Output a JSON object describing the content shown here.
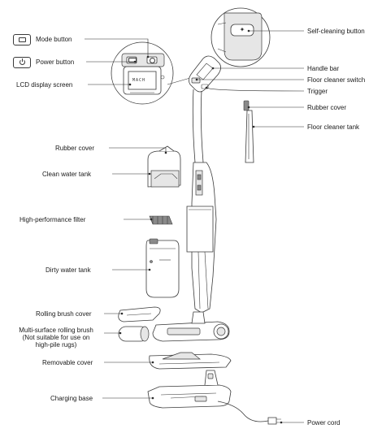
{
  "labels": {
    "mode_button": "Mode button",
    "power_button": "Power button",
    "lcd_display": "LCD display screen",
    "self_cleaning_button": "Self-cleaning button",
    "handle_bar": "Handle bar",
    "floor_cleaner_switch": "Floor cleaner switch",
    "trigger": "Trigger",
    "rubber_cover_right": "Rubber cover",
    "floor_cleaner_tank": "Floor cleaner tank",
    "rubber_cover_left": "Rubber cover",
    "clean_water_tank": "Clean water tank",
    "high_performance_filter": "High-performance filter",
    "dirty_water_tank": "Dirty water tank",
    "rolling_brush_cover": "Rolling brush cover",
    "rolling_brush_line1": "Multi-surface rolling brush",
    "rolling_brush_line2": "(Not suitable for use on",
    "rolling_brush_line3": "high-pile rugs)",
    "removable_cover": "Removable cover",
    "charging_base": "Charging base",
    "power_cord": "Power cord"
  },
  "lcd_text": "MACH",
  "icons": {
    "mode": "mode-icon",
    "power": "power-icon",
    "self_cleaning": "sparkle-icon"
  },
  "colors": {
    "line": "#3a3a3a",
    "shade": "#e6e6e6",
    "text": "#1a1a1a"
  }
}
